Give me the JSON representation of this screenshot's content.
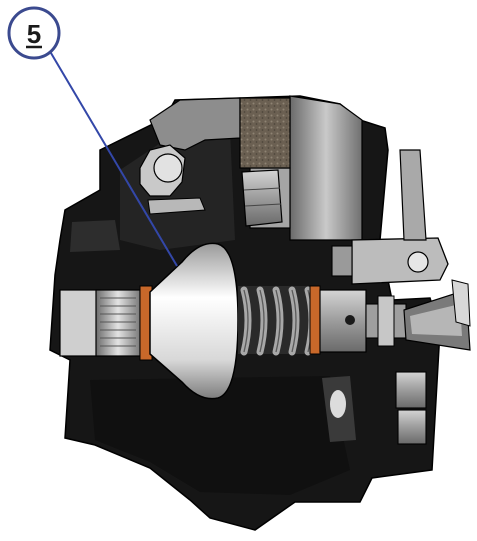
{
  "callout": {
    "number": "5",
    "circle_stroke": "#3b4a8f",
    "leader_color": "#3347a8"
  },
  "colors": {
    "housing_dark": "#141414",
    "housing_mid": "#2b2b2b",
    "metal_light": "#b9b9b9",
    "metal_mid": "#8c8c8c",
    "metal_dark": "#5e5e5e",
    "piston_highlight": "#ffffff",
    "piston_shadow": "#8d8d8d",
    "spring": "#a8a8a8",
    "seal_orange": "#c8682a",
    "friction_material": "#6b6052"
  },
  "parts": [
    "brake-housing",
    "piston",
    "return-spring",
    "friction-pad",
    "bearing",
    "hex-nut",
    "lever-bracket"
  ]
}
